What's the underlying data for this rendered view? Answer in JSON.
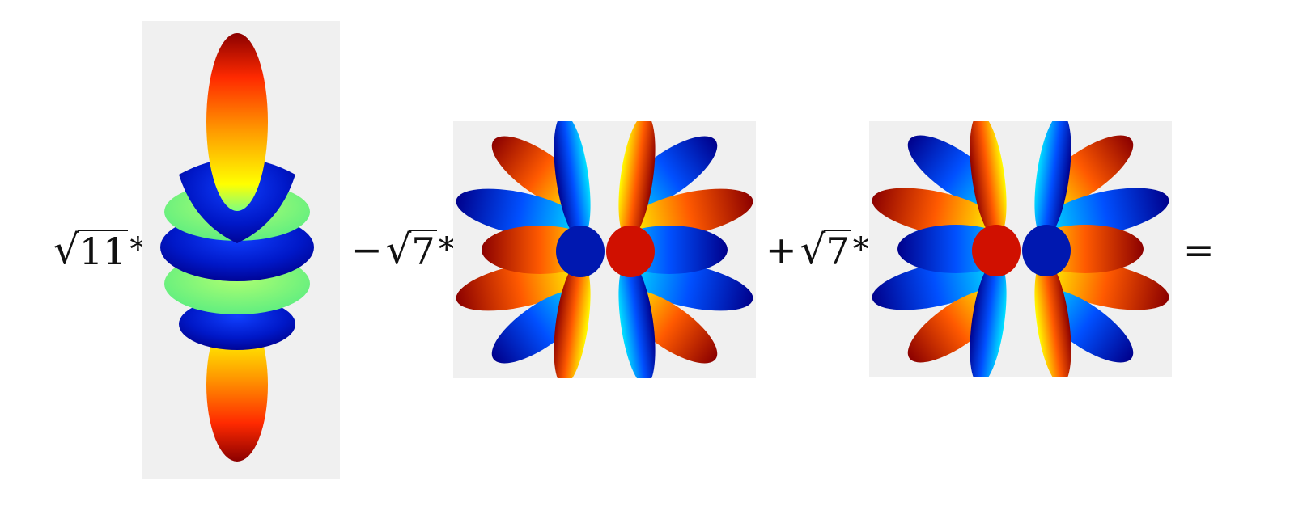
{
  "terms": [
    {
      "sign": "",
      "radicand": "11",
      "op": "*"
    },
    {
      "sign": "−",
      "radicand": "7",
      "op": "*"
    },
    {
      "sign": "+",
      "radicand": "7",
      "op": "*"
    }
  ],
  "radical_symbol": "√",
  "equals": "=",
  "colormap": {
    "low": "#00008b",
    "mid_low": "#0050ff",
    "mid": "#00e5ff",
    "mid_high": "#ffff00",
    "high": "#ff2a00",
    "max": "#8b0000"
  },
  "panel_background": "#f0f0f0"
}
